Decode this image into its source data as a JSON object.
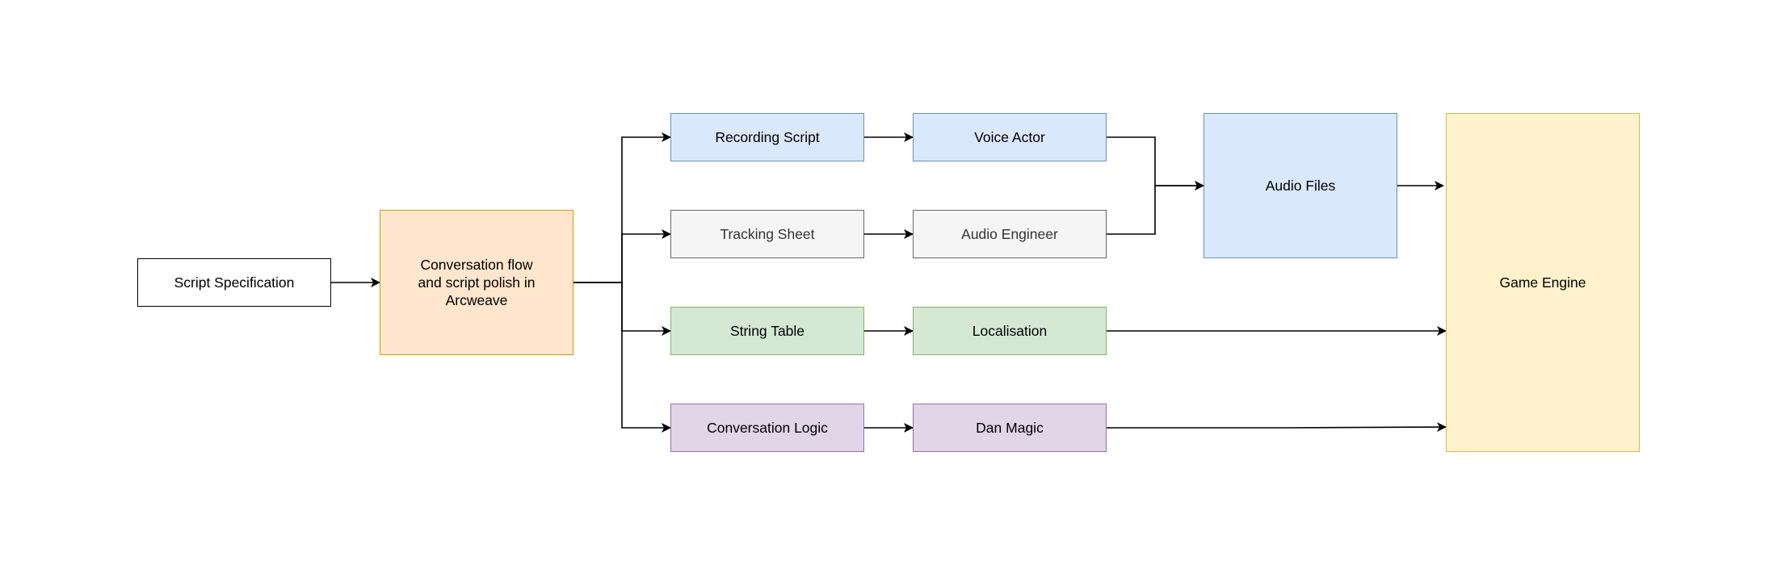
{
  "diagram": {
    "nodes": {
      "script_spec": {
        "label": "Script Specification",
        "fill": "#ffffff",
        "stroke": "#000000",
        "text": "#000000"
      },
      "conv_flow": {
        "label": "Conversation flow and script polish in Arcweave",
        "fill": "#ffe6cc",
        "stroke": "#d79b00",
        "text": "#000000"
      },
      "recording_script": {
        "label": "Recording Script",
        "fill": "#dae8fc",
        "stroke": "#6c8ebf",
        "text": "#000000"
      },
      "voice_actor": {
        "label": "Voice Actor",
        "fill": "#dae8fc",
        "stroke": "#6c8ebf",
        "text": "#000000"
      },
      "tracking_sheet": {
        "label": "Tracking Sheet",
        "fill": "#f5f5f5",
        "stroke": "#666666",
        "text": "#333333"
      },
      "audio_engineer": {
        "label": "Audio Engineer",
        "fill": "#f5f5f5",
        "stroke": "#666666",
        "text": "#333333"
      },
      "string_table": {
        "label": "String Table",
        "fill": "#d5e8d4",
        "stroke": "#82b366",
        "text": "#000000"
      },
      "localisation": {
        "label": "Localisation",
        "fill": "#d5e8d4",
        "stroke": "#82b366",
        "text": "#000000"
      },
      "conversation_logic": {
        "label": "Conversation Logic",
        "fill": "#e1d5e7",
        "stroke": "#9673a6",
        "text": "#000000"
      },
      "dan_magic": {
        "label": "Dan Magic",
        "fill": "#e1d5e7",
        "stroke": "#9673a6",
        "text": "#000000"
      },
      "audio_files": {
        "label": "Audio Files",
        "fill": "#dae8fc",
        "stroke": "#6c8ebf",
        "text": "#000000"
      },
      "game_engine": {
        "label": "Game Engine",
        "fill": "#fff2cc",
        "stroke": "#d6b656",
        "text": "#000000"
      }
    },
    "edges": [
      {
        "from": "script_spec",
        "to": "conv_flow"
      },
      {
        "from": "conv_flow",
        "to": "recording_script"
      },
      {
        "from": "conv_flow",
        "to": "tracking_sheet"
      },
      {
        "from": "conv_flow",
        "to": "string_table"
      },
      {
        "from": "conv_flow",
        "to": "conversation_logic"
      },
      {
        "from": "recording_script",
        "to": "voice_actor"
      },
      {
        "from": "tracking_sheet",
        "to": "audio_engineer"
      },
      {
        "from": "string_table",
        "to": "localisation"
      },
      {
        "from": "conversation_logic",
        "to": "dan_magic"
      },
      {
        "from": "voice_actor",
        "to": "audio_files"
      },
      {
        "from": "audio_engineer",
        "to": "audio_files"
      },
      {
        "from": "audio_files",
        "to": "game_engine"
      },
      {
        "from": "localisation",
        "to": "game_engine"
      },
      {
        "from": "dan_magic",
        "to": "game_engine"
      }
    ],
    "edge_color": "#000000"
  }
}
